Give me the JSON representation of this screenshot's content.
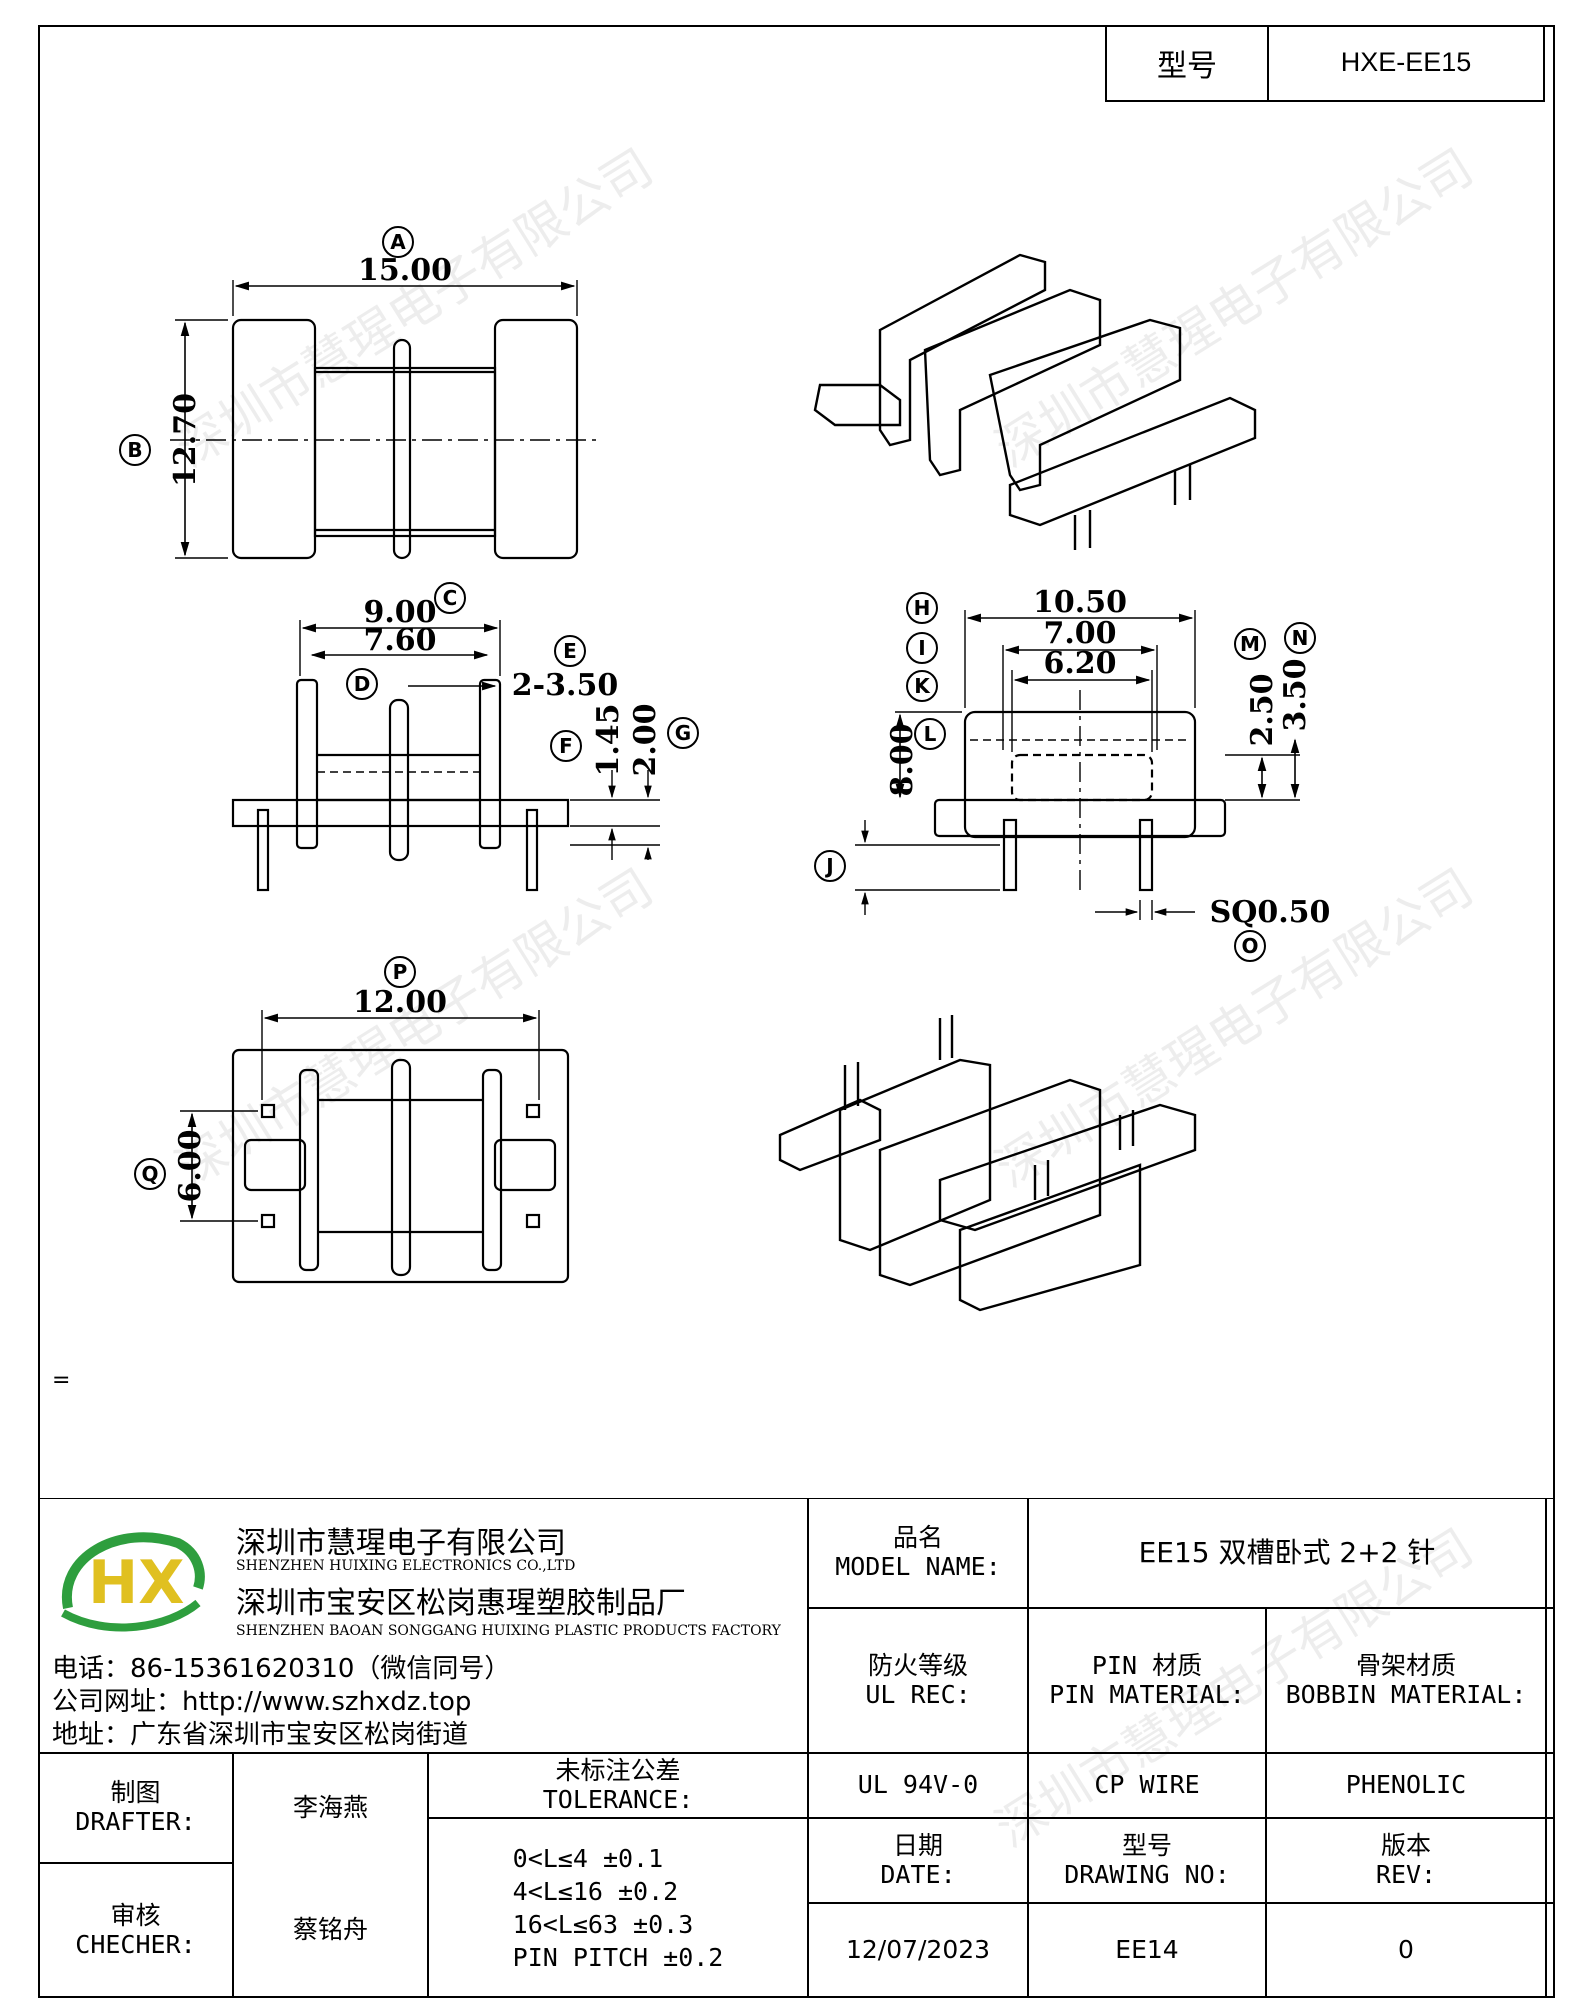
{
  "header": {
    "model_label": "型号",
    "model_value": "HXE-EE15"
  },
  "drawing": {
    "dims": {
      "A": "15.00",
      "B": "12.70",
      "C": "9.00",
      "D": "7.60",
      "E": "2-3.50",
      "F": "1.45",
      "G": "2.00",
      "H": "10.50",
      "I": "7.00",
      "K": "6.20",
      "L": "8.00",
      "M": "2.50",
      "N": "3.50",
      "O": "SQ0.50",
      "P": "12.00",
      "Q": "6.00"
    },
    "letters": {
      "A": "A",
      "B": "B",
      "C": "C",
      "D": "D",
      "E": "E",
      "F": "F",
      "G": "G",
      "H": "H",
      "I": "I",
      "K": "K",
      "L": "L",
      "J": "J",
      "M": "M",
      "N": "N",
      "O": "O",
      "P": "P",
      "Q": "Q"
    },
    "misc_mark": "="
  },
  "watermark": "深圳市慧瑆电子有限公司",
  "company": {
    "name_cn": "深圳市慧瑆电子有限公司",
    "name_en": "SHENZHEN HUIXING ELECTRONICS CO.,LTD",
    "factory_cn": "深圳市宝安区松岗惠瑆塑胶制品厂",
    "factory_en": "SHENZHEN BAOAN SONGGANG HUIXING PLASTIC PRODUCTS FACTORY",
    "phone": "电话：86-15361620310（微信同号）",
    "website": "公司网址：http://www.szhxdz.top",
    "address": "地址：广东省深圳市宝安区松岗街道",
    "logo_text": "HX",
    "logo_colors": {
      "green": "#2e9e3e",
      "yellow": "#e0c020",
      "blue": "#2a6fb5"
    }
  },
  "title_block": {
    "model_name_cn": "品名",
    "model_name_en": "MODEL NAME:",
    "model_name_value": "EE15 双槽卧式 2+2 针",
    "ul_cn": "防火等级",
    "ul_en": "UL REC:",
    "pin_cn": "PIN 材质",
    "pin_en": "PIN MATERIAL:",
    "bobbin_cn": "骨架材质",
    "bobbin_en": "BOBBIN MATERIAL:",
    "ul_value": "UL 94V-0",
    "pin_value": "CP WIRE",
    "bobbin_value": "PHENOLIC",
    "drafter_cn": "制图",
    "drafter_en": "DRAFTER:",
    "drafter_value": "李海燕",
    "checker_cn": "审核",
    "checker_en": "CHECHER:",
    "checker_value": "蔡铭舟",
    "tolerance_cn": "未标注公差",
    "tolerance_en": "TOLERANCE:",
    "tolerance_lines": [
      "0<L≤4  ±0.1",
      "4<L≤16 ±0.2",
      "16<L≤63 ±0.3",
      "PIN PITCH ±0.2"
    ],
    "date_cn": "日期",
    "date_en": "DATE:",
    "date_value": "12/07/2023",
    "drawing_no_cn": "型号",
    "drawing_no_en": "DRAWING NO:",
    "drawing_no_value": "EE14",
    "rev_cn": "版本",
    "rev_en": "REV:",
    "rev_value": "0"
  }
}
